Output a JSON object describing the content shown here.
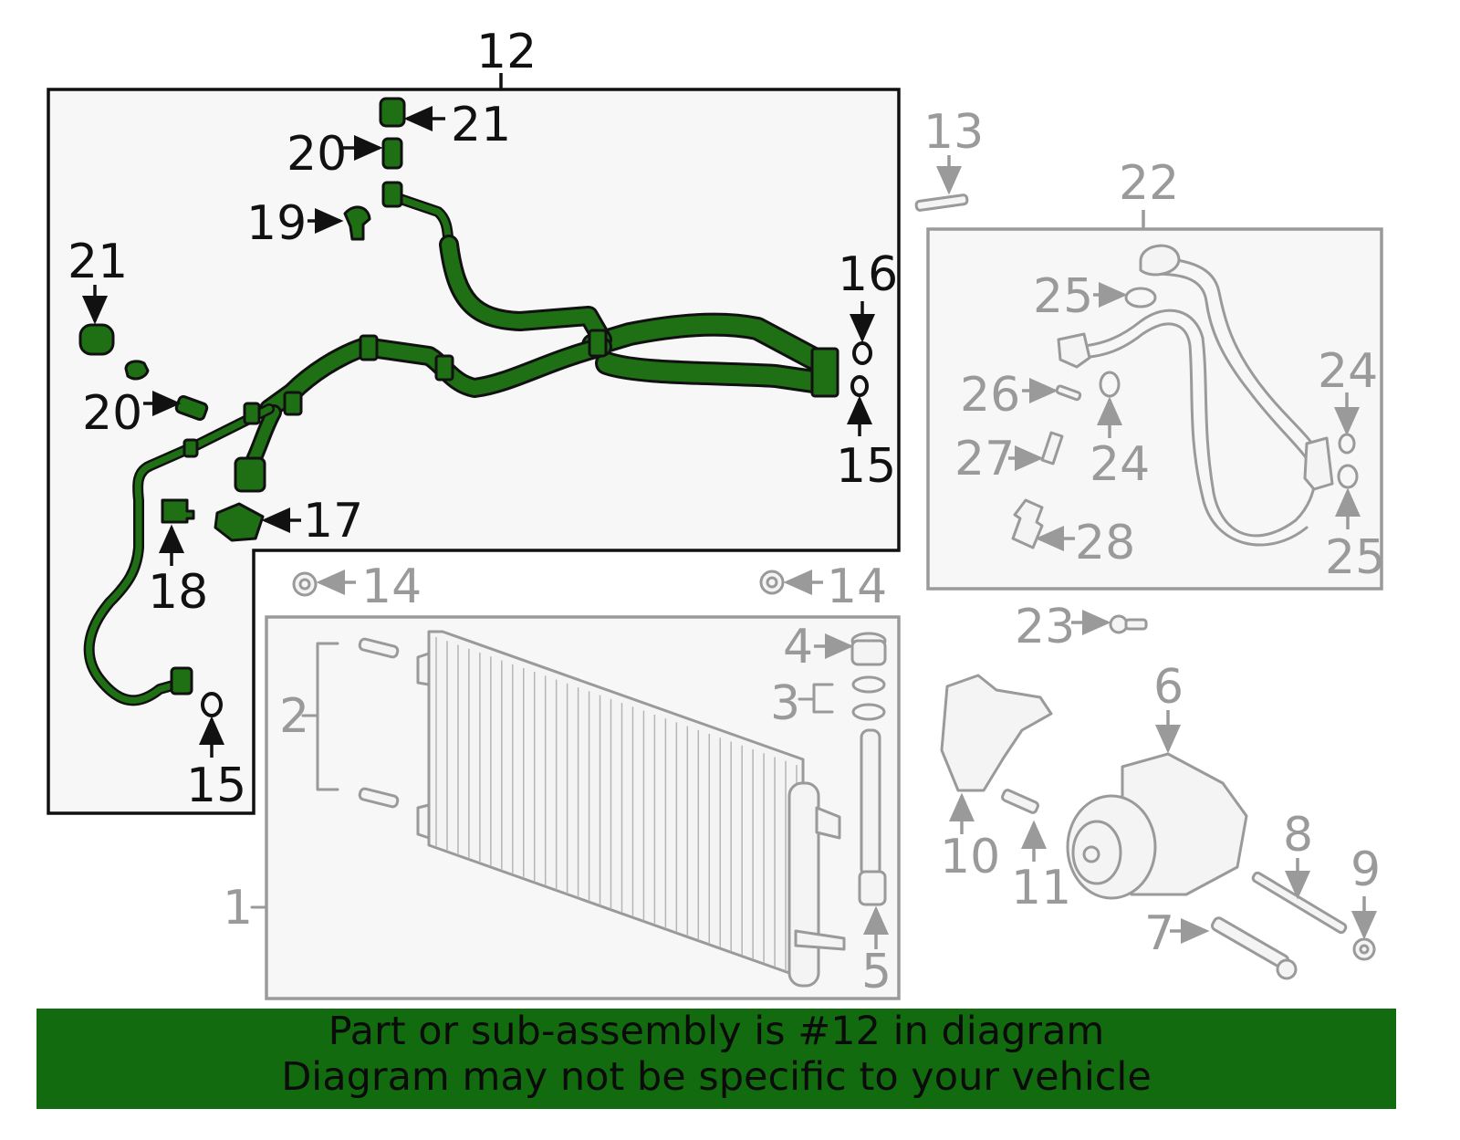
{
  "diagram": {
    "highlight_color": "#1f6f14",
    "muted_color": "#9a9a9a",
    "banner_color": "#136b0f",
    "highlighted_part": "12",
    "callouts": {
      "p12": "12",
      "p21a": "21",
      "p20a": "20",
      "p19": "19",
      "p21b": "21",
      "p20b": "20",
      "p16": "16",
      "p15a": "15",
      "p17": "17",
      "p18": "18",
      "p15b": "15",
      "p13": "13",
      "p22": "22",
      "p25a": "25",
      "p26": "26",
      "p24a": "24",
      "p24b": "24",
      "p27": "27",
      "p28": "28",
      "p25b": "25",
      "p14a": "14",
      "p14b": "14",
      "p23": "23",
      "p4": "4",
      "p3": "3",
      "p2": "2",
      "p1": "1",
      "p5": "5",
      "p6": "6",
      "p10": "10",
      "p11": "11",
      "p8": "8",
      "p9": "9",
      "p7": "7"
    }
  },
  "banner": {
    "line1": "Part or sub-assembly is #12 in diagram",
    "line2": "Diagram may not be specific to your vehicle"
  }
}
